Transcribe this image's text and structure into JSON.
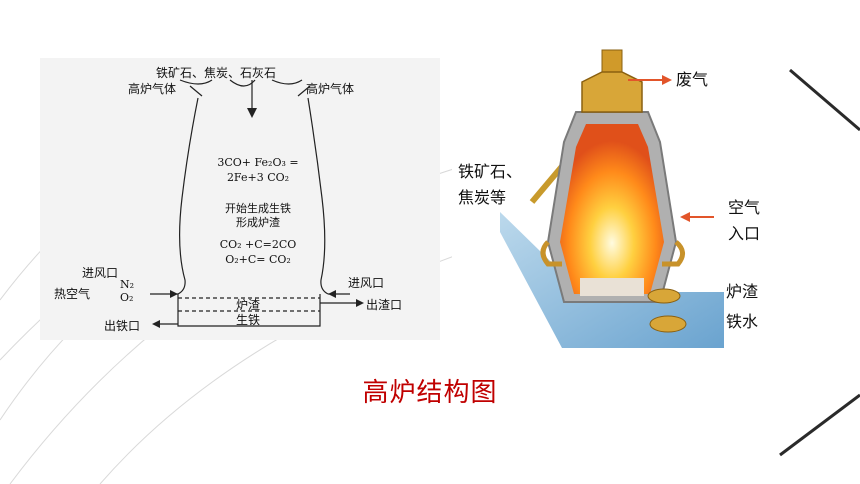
{
  "left_diagram": {
    "top_label": "铁矿石、焦炭、石灰石",
    "gas_left": "高炉气体",
    "gas_right": "高炉气体",
    "eq1": "3CO+ Fe₂O₃ =",
    "eq2": "2Fe+3 CO₂",
    "text1": "开始生成生铁",
    "text2": "形成炉渣",
    "eq3": "CO₂ +C=2CO",
    "eq4": "O₂+C= CO₂",
    "tuyere_left": "进风口",
    "hot_air": "热空气",
    "n2": "N₂",
    "o2": "O₂",
    "tuyere_right": "进风口",
    "slag": "炉渣",
    "slag_outlet": "出渣口",
    "pig_iron": "生铁",
    "iron_outlet": "出铁口"
  },
  "right_diagram": {
    "waste_gas": "废气",
    "ore_coke_line1": "铁矿石、",
    "ore_coke_line2": "焦炭等",
    "air_inlet_line1": "空气",
    "air_inlet_line2": "入口",
    "slag": "炉渣",
    "molten_iron": "铁水"
  },
  "caption": "高炉结构图"
}
